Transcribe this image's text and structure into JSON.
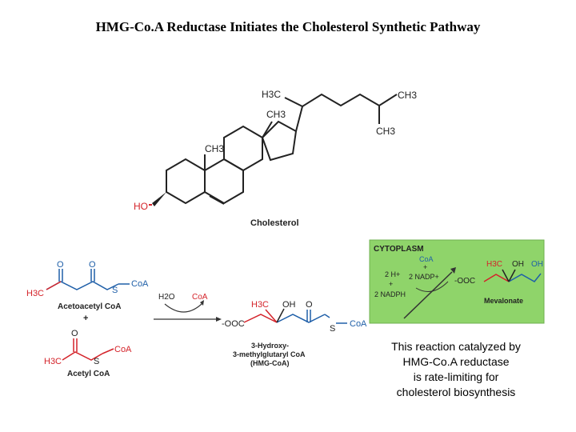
{
  "title": "HMG-Co.A Reductase Initiates the Cholesterol Synthetic Pathway",
  "cholesterol": {
    "name": "Cholesterol",
    "h3c": "H3C",
    "ch3_top": "CH3",
    "ch3_right": "CH3",
    "ch3_side": "CH3",
    "ch3_ring": "CH3",
    "ho": "HO"
  },
  "reaction": {
    "acetoacetyl_name": "Acetoacetyl CoA",
    "acetoacetyl_h3c": "H3C",
    "acetoacetyl_coa": "CoA",
    "o1": "O",
    "o2": "O",
    "s1": "S",
    "plus": "+",
    "o3": "O",
    "acetyl_h3c": "H3C",
    "acetyl_s": "S",
    "acetyl_coa": "CoA",
    "acetyl_name": "Acetyl CoA",
    "h2o": "H2O",
    "coa_out": "CoA",
    "product_ooc": "-OOC",
    "product_h3c": "H3C",
    "product_oh": "OH",
    "product_o": "O",
    "product_s": "S",
    "product_coa": "CoA",
    "product_name_1": "3-Hydroxy-",
    "product_name_2": "3-methylglutaryl CoA",
    "product_name_3": "(HMG-CoA)"
  },
  "cytoplasm": {
    "label": "CYTOPLASM",
    "coa": "CoA",
    "h_plus": "2 H+",
    "plus1": "+",
    "nadp": "2 NADP+",
    "plus2": "+",
    "nadph": "2 NADPH",
    "ooc": "-OOC",
    "h3c": "H3C",
    "oh1": "OH",
    "oh2": "OH",
    "mevalonate": "Mevalonate"
  },
  "caption": {
    "line1": "This reaction catalyzed by",
    "line2": "HMG-Co.A reductase",
    "line3": "is rate-limiting for",
    "line4": "cholesterol biosynthesis"
  },
  "colors": {
    "red": "#d4232a",
    "blue": "#1f5fa8",
    "green_panel": "#8fd46a",
    "bond": "#222222"
  }
}
